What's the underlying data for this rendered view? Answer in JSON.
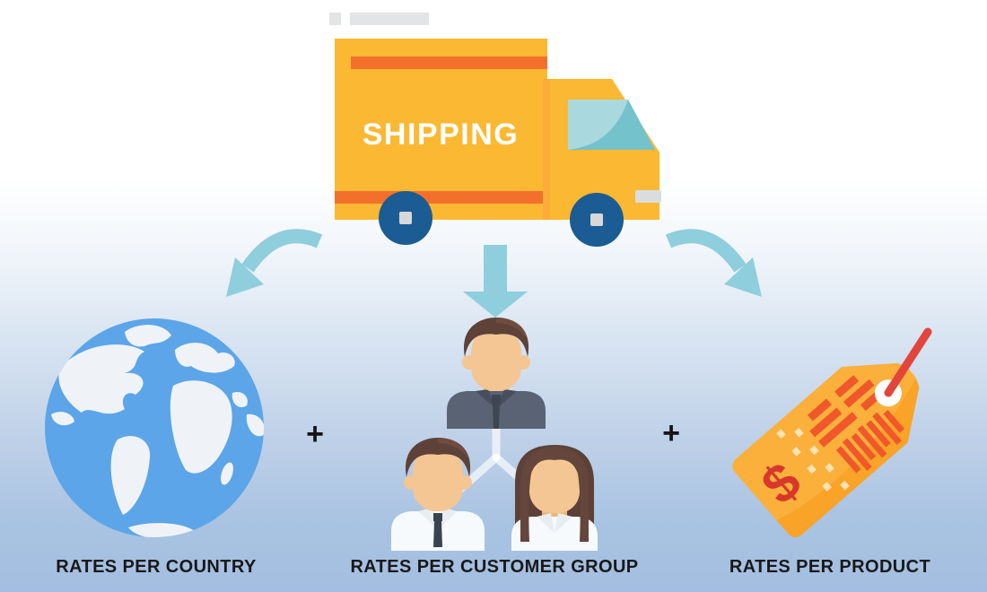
{
  "diagram": {
    "truck": {
      "label": "SHIPPING"
    },
    "branches": [
      {
        "id": "country",
        "label": "RATES PER COUNTRY",
        "icon": "globe-icon"
      },
      {
        "id": "customer-group",
        "label": "RATES PER CUSTOMER GROUP",
        "icon": "customer-group-icon"
      },
      {
        "id": "product",
        "label": "RATES PER PRODUCT",
        "icon": "price-tag-icon"
      }
    ],
    "operators": [
      "+",
      "+"
    ],
    "colors": {
      "background_top": "#ffffff",
      "background_bottom": "#a3bee0",
      "truck_body": "#fbb832",
      "truck_stripe": "#f3702c",
      "wheel_blue": "#1a5c93",
      "windshield_light": "#a9d9df",
      "windshield_dark": "#74c2cc",
      "arrow_teal": "#8fcedc",
      "globe_ocean": "#5ca5e8",
      "globe_land": "#eff3f7",
      "skin": "#f4c694",
      "hair_brown": "#5e4238",
      "suit_slate": "#5a6374",
      "shirt_white": "#f7fafd",
      "tag_orange": "#fbb03b",
      "tag_shade": "#f7991b",
      "tag_dash": "#f0582b",
      "string_red": "#e2453c",
      "label_text": "#191919",
      "shipping_text": "#ffffff"
    }
  }
}
